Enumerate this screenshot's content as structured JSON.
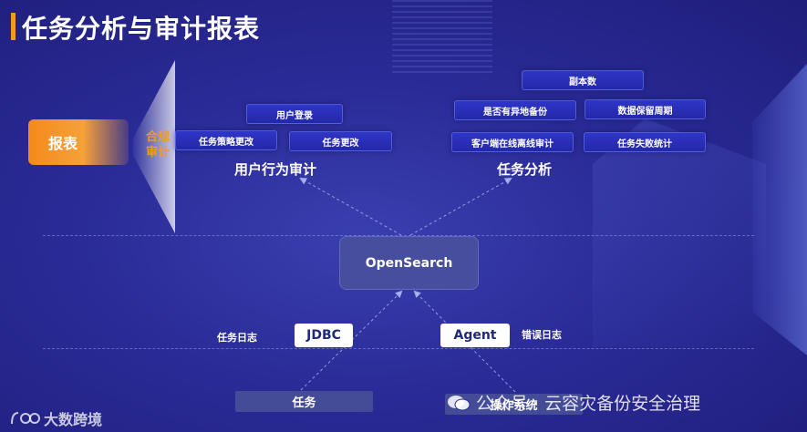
{
  "title": "任务分析与审计报表",
  "report": {
    "label": "报表",
    "compliance_line1": "合规",
    "compliance_line2": "审计"
  },
  "user_audit": {
    "heading": "用户行为审计",
    "items": [
      "用户登录",
      "任务策略更改",
      "任务更改"
    ]
  },
  "task_analysis": {
    "heading": "任务分析",
    "items": [
      "副本数",
      "是否有异地备份",
      "数据保留周期",
      "客户端在线离线审计",
      "任务失败统计"
    ]
  },
  "opensearch": {
    "label": "OpenSearch"
  },
  "collectors": {
    "jdbc": "JDBC",
    "agent": "Agent",
    "task_log": "任务日志",
    "error_log": "错误日志"
  },
  "sources": {
    "task": "任务",
    "os": "操作系统"
  },
  "watermark": {
    "logo_text": "大数跨境",
    "account": "公众号 · 云容灾备份安全治理"
  },
  "colors": {
    "accent": "#f39a1e",
    "background": "#2a2b97",
    "box": "#474e9e"
  }
}
